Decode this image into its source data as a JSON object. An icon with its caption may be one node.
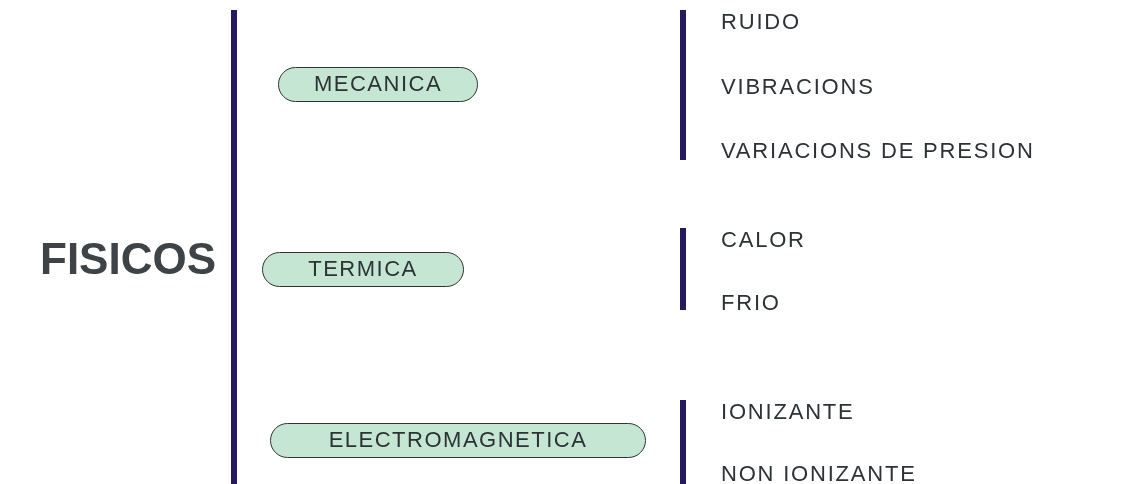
{
  "diagram": {
    "title": "FISICOS",
    "nodes": [
      {
        "text": [
          "MECANICA"
        ]
      },
      {
        "text": [
          "TERMICA"
        ]
      },
      {
        "text": [
          "ELECTROMAGNETICA"
        ]
      }
    ],
    "labels": [
      "RUIDO",
      "VIBRACIONS",
      "VARIACIONS DE PRESION",
      "CALOR",
      "FRIO",
      "IONIZANTE",
      "NON IONIZANTE"
    ]
  }
}
